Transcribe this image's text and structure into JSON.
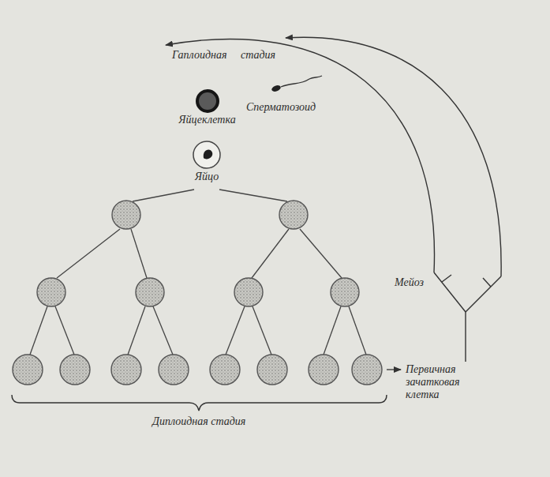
{
  "diagram": {
    "nodes": [
      {
        "text": [
          "Яйцеклетка"
        ]
      },
      {
        "text": [
          "Яйцо"
        ]
      }
    ],
    "labels": [
      "Гаплоидная",
      "стадия",
      "Сперматозоид",
      "Мейоз",
      "Первичная зачатковая клетка",
      "Диплоидная стадия"
    ]
  }
}
